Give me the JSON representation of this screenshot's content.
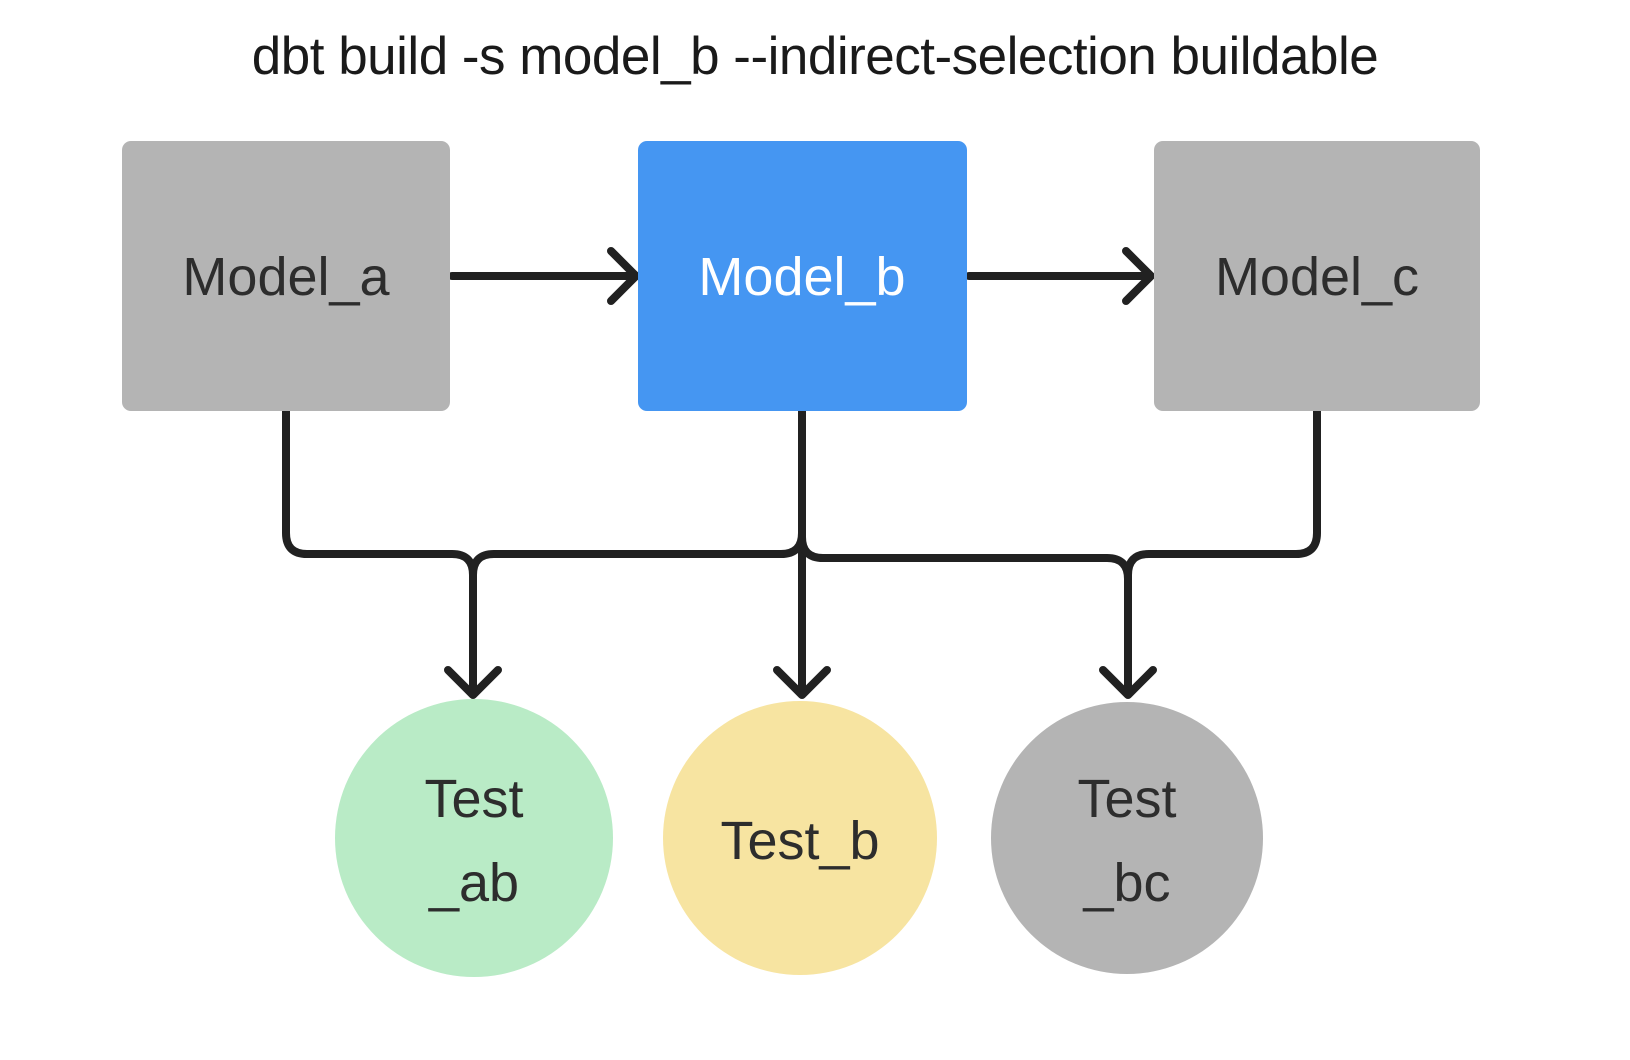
{
  "title": "dbt build -s model_b --indirect-selection buildable",
  "colors": {
    "line": "#212121",
    "node_gray": "#b4b4b4",
    "node_blue": "#4596f2",
    "node_green": "#b9ebc6",
    "node_yellow": "#f7e4a1",
    "label_dark": "#2d2d2d",
    "label_light": "#ffffff"
  },
  "nodes": {
    "model_a": {
      "label": "Model_a",
      "kind": "model",
      "fill": "#b4b4b4"
    },
    "model_b": {
      "label": "Model_b",
      "kind": "model",
      "fill": "#4596f2"
    },
    "model_c": {
      "label": "Model_c",
      "kind": "model",
      "fill": "#b4b4b4"
    },
    "test_ab": {
      "label": "Test\n_ab",
      "kind": "test",
      "fill": "#b9ebc6"
    },
    "test_b": {
      "label": "Test_b",
      "kind": "test",
      "fill": "#f7e4a1"
    },
    "test_bc": {
      "label": "Test\n_bc",
      "kind": "test",
      "fill": "#b4b4b4"
    }
  },
  "edges": [
    {
      "from": "model_a",
      "to": "model_b"
    },
    {
      "from": "model_b",
      "to": "model_c"
    },
    {
      "from": "model_a",
      "to": "test_ab"
    },
    {
      "from": "model_b",
      "to": "test_ab"
    },
    {
      "from": "model_b",
      "to": "test_b"
    },
    {
      "from": "model_b",
      "to": "test_bc"
    },
    {
      "from": "model_c",
      "to": "test_bc"
    }
  ]
}
